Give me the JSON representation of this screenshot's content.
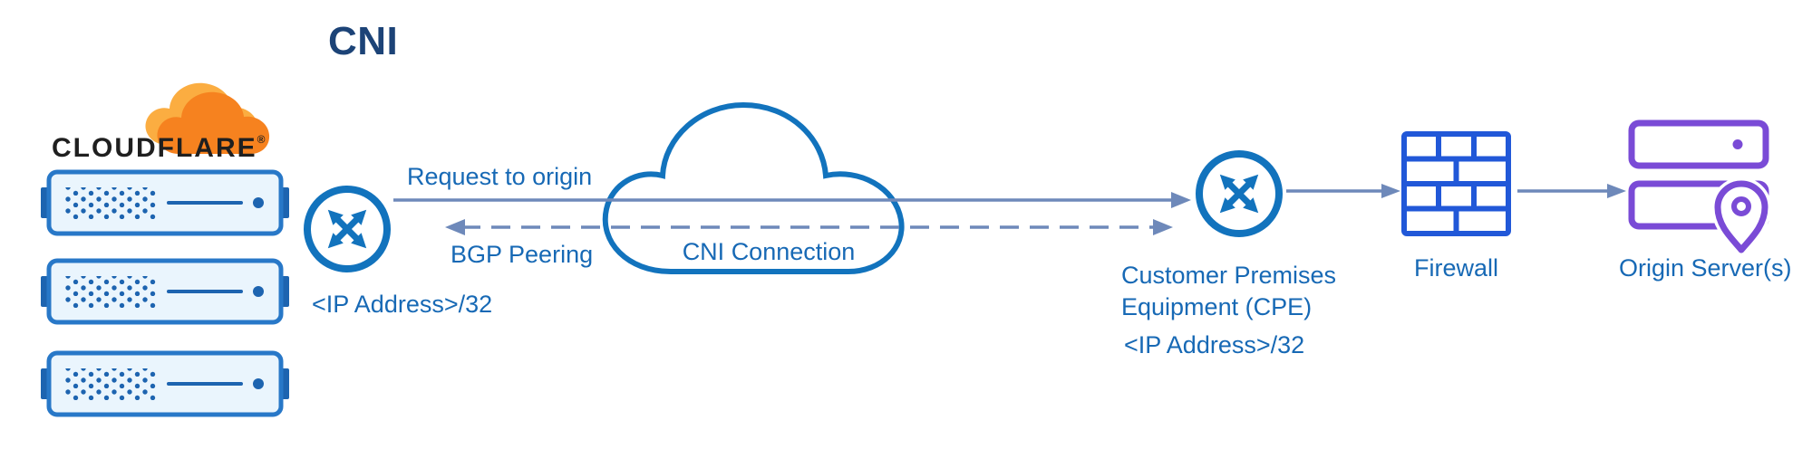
{
  "diagram": {
    "title": "CNI",
    "cloudflare": {
      "wordmark": "CLOUDFLARE",
      "registered": "®",
      "ip_label": "<IP Address>/32"
    },
    "connection": {
      "request_label": "Request to origin",
      "bgp_label": "BGP Peering",
      "cloud_label": "CNI Connection"
    },
    "cpe": {
      "name_line1": "Customer Premises",
      "name_line2": "Equipment (CPE)",
      "ip_label": "<IP Address>/32"
    },
    "firewall": {
      "label": "Firewall"
    },
    "origin": {
      "label": "Origin Server(s)"
    }
  },
  "icons": {
    "cloudflare_logo": "cloudflare-cloud-logo",
    "edge_servers": "server-rack-icon",
    "cloudflare_router": "network-interconnect-icon",
    "cni_cloud": "network-cloud-icon",
    "cpe_router": "network-interconnect-icon",
    "firewall": "brick-wall-icon",
    "origin_servers": "stacked-servers-icon",
    "location_pin": "location-pin-icon"
  },
  "colors": {
    "diagram_blue": "#1273bd",
    "label_blue": "#1769b5",
    "title_navy": "#1c4377",
    "connector_slate": "#6e89ba",
    "firewall_blue": "#2158d8",
    "origin_purple": "#7a4bd6",
    "cloudflare_orange": "#f6821f",
    "cloudflare_orange_light": "#fbad41",
    "server_fill": "#eaf5fd",
    "server_border": "#2878c8",
    "server_detail": "#1d64b0"
  }
}
